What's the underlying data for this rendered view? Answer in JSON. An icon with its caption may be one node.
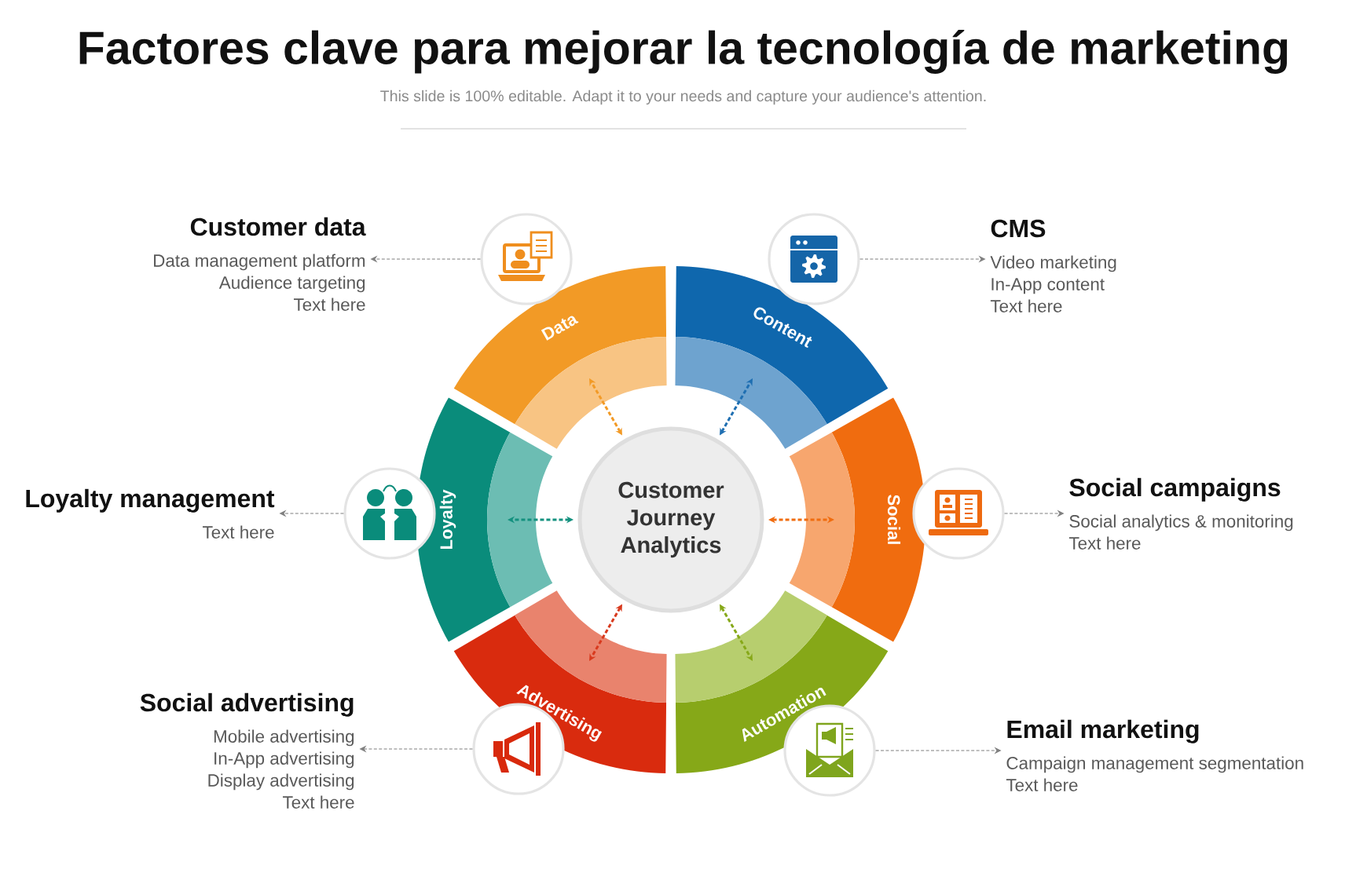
{
  "diagram": {
    "title": "Factores clave para mejorar la tecnología de marketing",
    "nodes": [
      {
        "text": [
          "Customer Journey Analytics"
        ]
      },
      {
        "text": [
          "Data"
        ]
      },
      {
        "text": [
          "Content"
        ]
      },
      {
        "text": [
          "Social"
        ]
      },
      {
        "text": [
          "Automation"
        ]
      },
      {
        "text": [
          "Advertising"
        ]
      },
      {
        "text": [
          "Loyalty"
        ]
      },
      {
        "text": [],
        "shape": "circle"
      },
      {
        "text": [],
        "shape": "circle"
      },
      {
        "text": [],
        "shape": "circle"
      },
      {
        "text": [],
        "shape": "circle"
      },
      {
        "text": [],
        "shape": "circle"
      },
      {
        "text": [],
        "shape": "circle"
      },
      {
        "text": [
          "Customer data",
          "Data management platform",
          "Audience targeting",
          "Text here"
        ]
      },
      {
        "text": [
          "CMS",
          "Video marketing",
          "In-App content",
          "Text here"
        ]
      },
      {
        "text": [
          "Social campaigns",
          "Social analytics & monitoring",
          "Text here"
        ]
      },
      {
        "text": [
          "Email marketing",
          "Campaign management segmentation",
          "Text here"
        ]
      },
      {
        "text": [
          "Social advertising",
          "Mobile advertising",
          "In-App advertising",
          "Display advertising",
          "Text here"
        ]
      },
      {
        "text": [
          "Loyalty management",
          "Text here"
        ]
      }
    ],
    "edges": [
      {
        "from": 0,
        "to": 1,
        "arrow": "both",
        "style": "dashed",
        "color": "#f29a26"
      },
      {
        "from": 0,
        "to": 2,
        "arrow": "both",
        "style": "dashed",
        "color": "#1f6fb2"
      },
      {
        "from": 0,
        "to": 3,
        "arrow": "both",
        "style": "dashed",
        "color": "#f06c0f"
      },
      {
        "from": 0,
        "to": 4,
        "arrow": "both",
        "style": "dashed",
        "color": "#86a818"
      },
      {
        "from": 0,
        "to": 5,
        "arrow": "both",
        "style": "dashed",
        "color": "#d83a1e"
      },
      {
        "from": 0,
        "to": 6,
        "arrow": "both",
        "style": "dashed",
        "color": "#14917f"
      },
      {
        "from": 7,
        "to": 13,
        "arrow": "to",
        "style": "dashed"
      },
      {
        "from": 8,
        "to": 14,
        "arrow": "to",
        "style": "dashed"
      },
      {
        "from": 9,
        "to": 15,
        "arrow": "to",
        "style": "dashed"
      },
      {
        "from": 10,
        "to": 16,
        "arrow": "to",
        "style": "dashed"
      },
      {
        "from": 11,
        "to": 17,
        "arrow": "to",
        "style": "dashed"
      },
      {
        "from": 12,
        "to": 18,
        "arrow": "to",
        "style": "dashed"
      }
    ],
    "labels": [
      "This slide is 100% editable. Adapt it to your needs and capture your audience's attention."
    ]
  }
}
